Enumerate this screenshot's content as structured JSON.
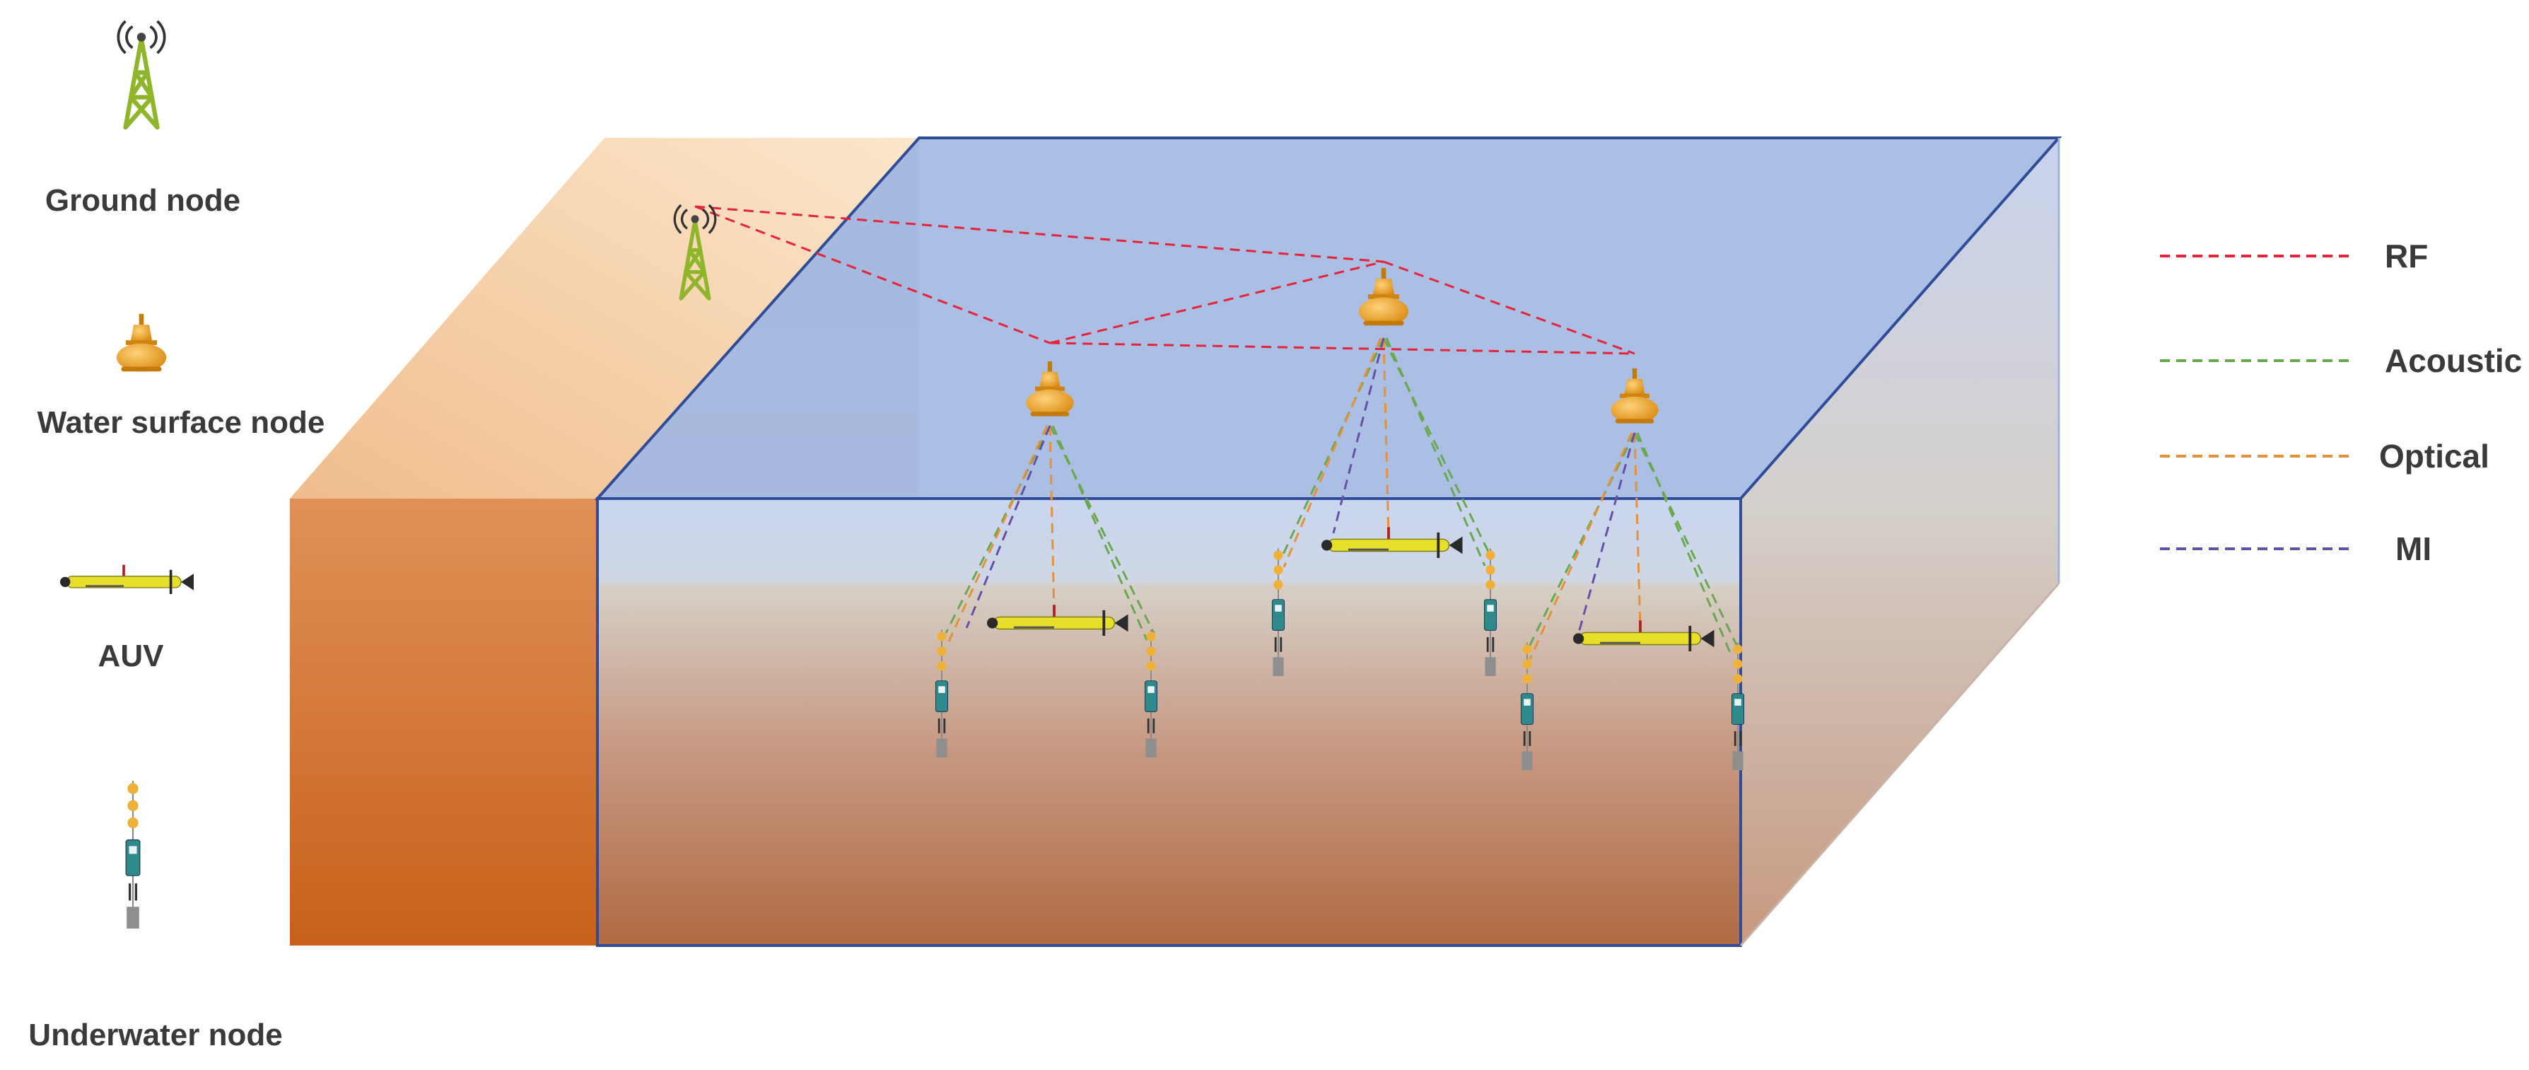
{
  "node_legend": {
    "ground_node": "Ground  node",
    "water_surface_node": "Water surface node",
    "auv": "AUV",
    "underwater_node": "Underwater node"
  },
  "link_legend": [
    {
      "label": "RF",
      "color": "#e5233b"
    },
    {
      "label": "Acoustic",
      "color": "#6aa84f"
    },
    {
      "label": "Optical",
      "color": "#e69138"
    },
    {
      "label": "MI",
      "color": "#674ea7"
    }
  ],
  "colors": {
    "land_top": "#f5c797",
    "land_front": "#d27a3a",
    "water_top": "#a7bce3",
    "water_edge": "#2e4c9a",
    "seabed": "#b06a44",
    "buoy": "#f3a51f",
    "auv_body": "#e7df2a",
    "tower": "#8fb52a"
  }
}
